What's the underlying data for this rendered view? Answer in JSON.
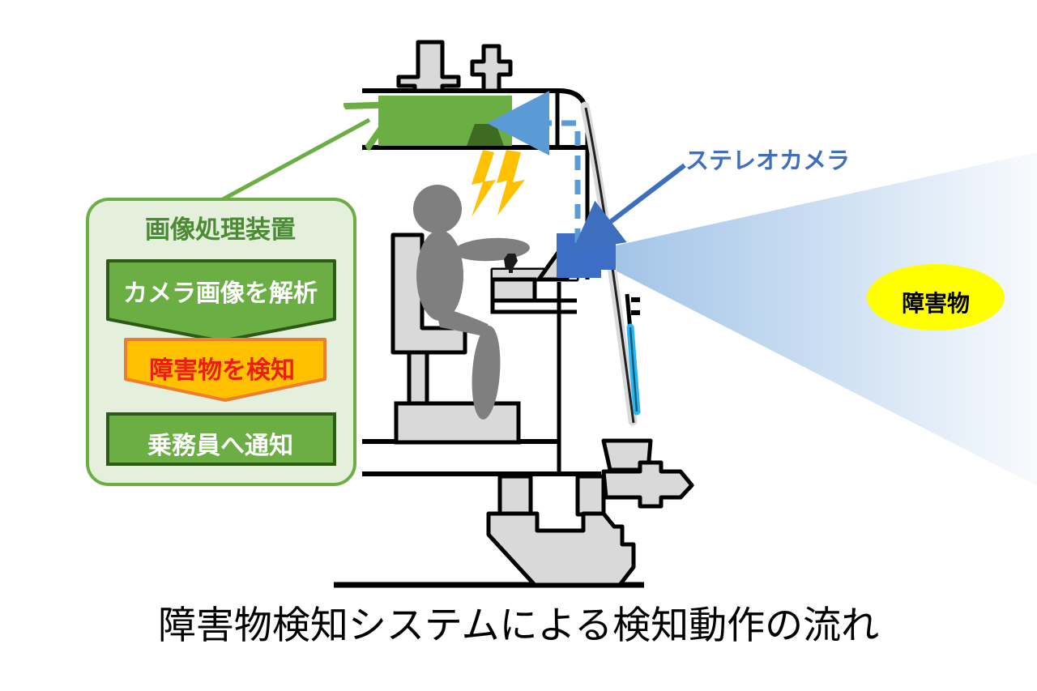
{
  "figure": {
    "caption": "障害物検知システムによる検知動作の流れ",
    "background_color": "#ffffff"
  },
  "processing_panel": {
    "title": "画像処理装置",
    "panel_fill": "#e4efdc",
    "panel_border": "#6aae44",
    "title_color": "#4a8b33",
    "steps": [
      {
        "label": "カメラ画像を解析",
        "shape": "chevron",
        "fill": "#6aae44",
        "border": "#2d5a16",
        "text_color": "#ffffff"
      },
      {
        "label": "障害物を検知",
        "shape": "chevron",
        "fill": "#ffc000",
        "border": "#ed7d31",
        "text_color": "#ee1c11"
      },
      {
        "label": "乗務員へ通知",
        "shape": "rectangle",
        "fill": "#6aae44",
        "border": "#2d5a16",
        "text_color": "#ffffff"
      }
    ]
  },
  "camera": {
    "label": "ステレオカメラ",
    "label_color": "#3d6fbe",
    "body_color": "#3b6ec4",
    "arrow_color": "#3d6fbe",
    "view_cone_near_color": "#a8c7e8",
    "view_cone_far_color": "#f5f9fd"
  },
  "obstacle": {
    "label": "障害物",
    "fill": "#ffff00",
    "text_color": "#000000"
  },
  "cab": {
    "display_unit": {
      "name": "image-processing-display",
      "fill": "#6aae44",
      "speaker_fill": "#3e6b22"
    },
    "alert_spark_color": "#ffc000",
    "driver_color": "#7f7f7f",
    "body_fill": "#d9d9d9",
    "body_outline": "#000000",
    "wiper_color": "#29b6f0",
    "windshield_color": "#d9d9d9"
  },
  "flow_arrows": {
    "green_arrow_color": "#6aae44",
    "dashed_arrow_color": "#5b9bd5"
  }
}
